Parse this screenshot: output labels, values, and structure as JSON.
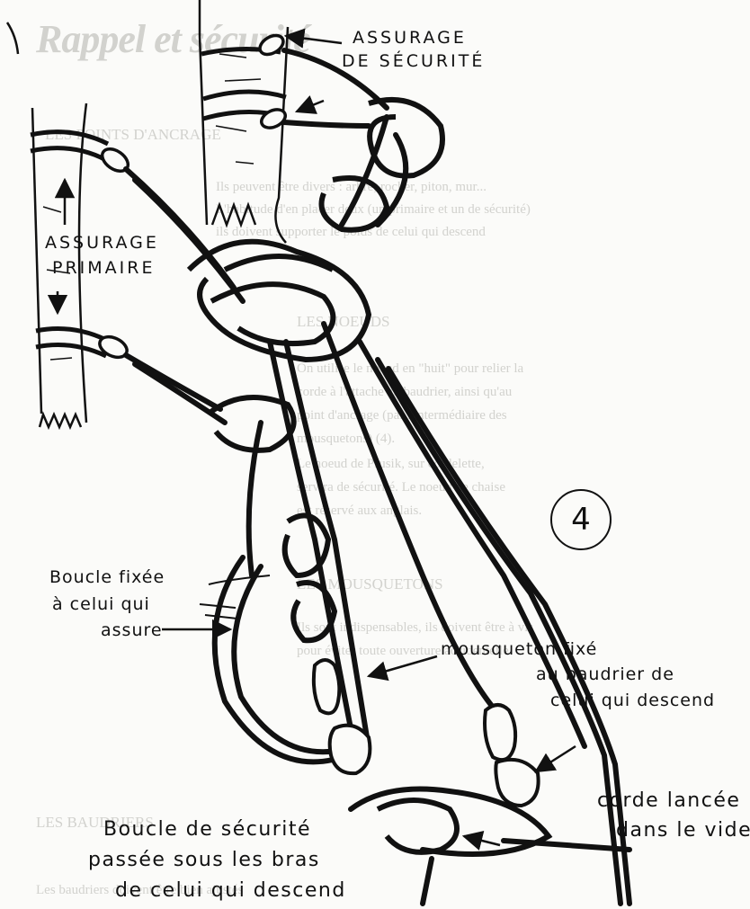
{
  "background_text": {
    "title": "Rappel et sécurité",
    "headings": [
      "LES POINTS D'ANCRAGE",
      "LES NOEUDS",
      "LES MOUSQUETONS",
      "LES BAUDRIERS"
    ],
    "lines": [
      "Ils peuvent être divers : arbre, rocher, piton, mur...",
      "L'habitude d'en placer deux (un primaire et un de sécurité)",
      "ils doivent supporter le poids de celui qui descend",
      "On utilise le noeud en \"huit\" pour relier la",
      "corde à l'attache au baudrier, ainsi qu'au",
      "point d'ancrage (par l'intermédiaire des",
      "mousquetons) (4).",
      "Le noeud de Prusik, sur cordelette,",
      "servira de sécurité. Le noeud de chaise",
      "est réservé aux anglais.",
      "Ils sont indispensables, ils doivent être à vis",
      "pour éviter toute ouverture accidentelle",
      "Les baudriers doivent être bien ajustés"
    ]
  },
  "labels": {
    "assurage_securite_line1": "ASSURAGE",
    "assurage_securite_line2": "DE SÉCURITÉ",
    "assurage_primaire_line1": "ASSURAGE",
    "assurage_primaire_line2": "PRIMAIRE",
    "figure_number": "4",
    "boucle_fixe_line1": "Boucle fixée",
    "boucle_fixe_line2": "à celui qui",
    "boucle_fixe_line3": "assure",
    "mousqueton_line1": "mousqueton fixé",
    "mousqueton_line2": "au baudrier de",
    "mousqueton_line3": "celui qui descend",
    "corde_line1": "corde lancée",
    "corde_line2": "dans le vide",
    "boucle_securite_line1": "Boucle de sécurité",
    "boucle_securite_line2": "passée sous les bras",
    "boucle_securite_line3": "de celui qui descend"
  },
  "colors": {
    "ink": "#111111",
    "paper": "#fbfbf9",
    "bleed": "#d2d2ce"
  },
  "icons": [
    "tree-trunk-icon",
    "anchor-carabiner-icon",
    "figure-eight-knot-icon",
    "locking-carabiner-icon",
    "arrow-icon"
  ]
}
